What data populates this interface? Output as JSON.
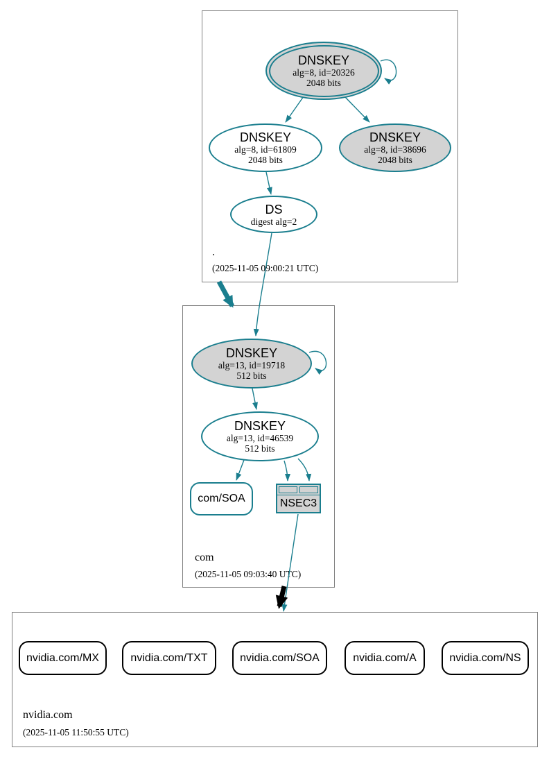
{
  "colors": {
    "secure_teal": "#1a7e8e",
    "node_fill_gray": "#d3d3d3",
    "zone_border_gray": "#7f7f7f",
    "delegation_black": "#000000",
    "background": "#ffffff"
  },
  "zones": {
    "root": {
      "label": ".",
      "timestamp": "(2025-11-05 09:00:21 UTC)",
      "ksk": {
        "title": "DNSKEY",
        "detail1": "alg=8, id=20326",
        "detail2": "2048 bits"
      },
      "zsk1": {
        "title": "DNSKEY",
        "detail1": "alg=8, id=61809",
        "detail2": "2048 bits"
      },
      "zsk2": {
        "title": "DNSKEY",
        "detail1": "alg=8, id=38696",
        "detail2": "2048 bits"
      },
      "ds": {
        "title": "DS",
        "detail1": "digest alg=2"
      }
    },
    "com": {
      "label": "com",
      "timestamp": "(2025-11-05 09:03:40 UTC)",
      "ksk": {
        "title": "DNSKEY",
        "detail1": "alg=13, id=19718",
        "detail2": "512 bits"
      },
      "zsk": {
        "title": "DNSKEY",
        "detail1": "alg=13, id=46539",
        "detail2": "512 bits"
      },
      "soa": {
        "label": "com/SOA"
      },
      "nsec3": {
        "label": "NSEC3"
      }
    },
    "nvidia": {
      "label": "nvidia.com",
      "timestamp": "(2025-11-05 11:50:55 UTC)",
      "rrsets": [
        {
          "label": "nvidia.com/MX"
        },
        {
          "label": "nvidia.com/TXT"
        },
        {
          "label": "nvidia.com/SOA"
        },
        {
          "label": "nvidia.com/A"
        },
        {
          "label": "nvidia.com/NS"
        }
      ]
    }
  }
}
